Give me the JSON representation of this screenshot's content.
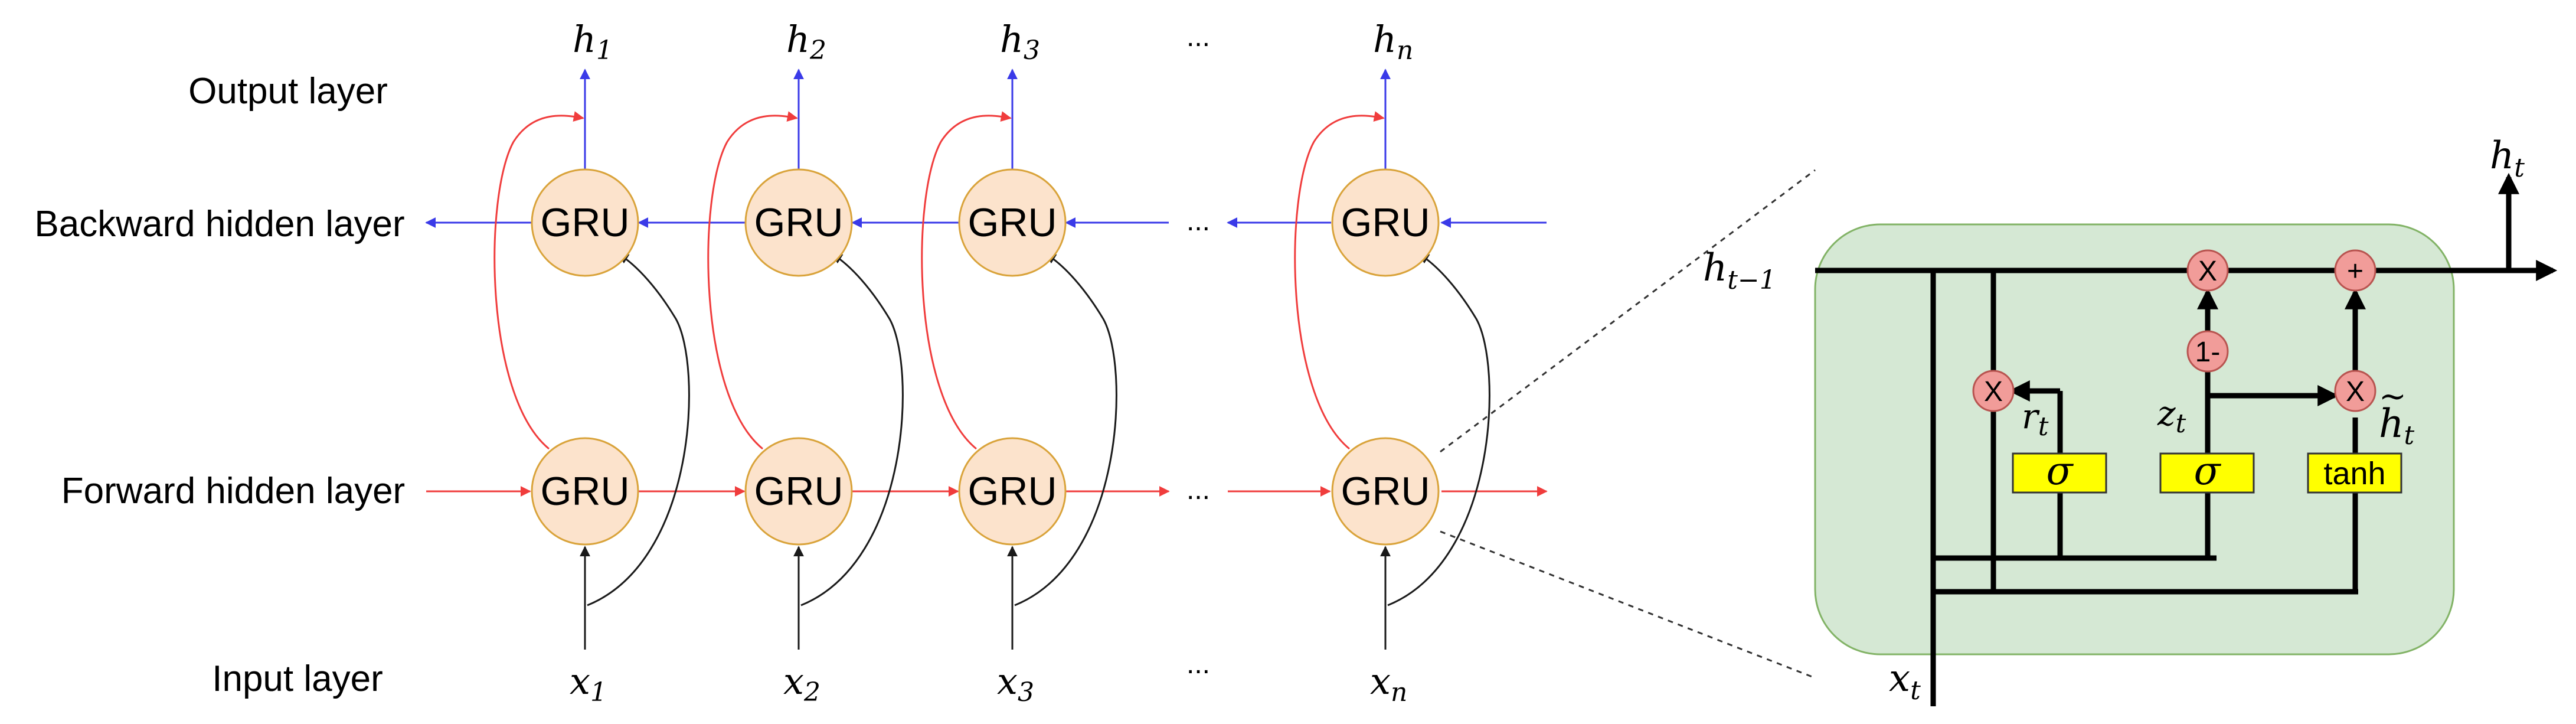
{
  "layers": {
    "output": "Output layer",
    "backward": "Backward hidden layer",
    "forward": "Forward hidden layer",
    "input": "Input layer"
  },
  "cell_label": "GRU",
  "ellipsis": "...",
  "columns": [
    {
      "h": "h",
      "h_sub": "1",
      "x": "x",
      "x_sub": "1"
    },
    {
      "h": "h",
      "h_sub": "2",
      "x": "x",
      "x_sub": "2"
    },
    {
      "h": "h",
      "h_sub": "3",
      "x": "x",
      "x_sub": "3"
    },
    {
      "h": "h",
      "h_sub": "n",
      "x": "x",
      "x_sub": "n"
    }
  ],
  "detail": {
    "h_prev": "h",
    "h_prev_sub": "t−1",
    "h_out": "h",
    "h_out_sub": "t",
    "x_in": "x",
    "x_in_sub": "t",
    "r": "r",
    "r_sub": "t",
    "z": "z",
    "z_sub": "t",
    "h_tilde": "h",
    "h_tilde_mark": "~",
    "h_tilde_sub": "t",
    "sigma_r": "σ",
    "sigma_z": "σ",
    "tanh": "tanh",
    "mult_op": "X",
    "plus_op": "+",
    "one_minus": "1-"
  },
  "colors": {
    "gru_fill": "#FCE3CC",
    "gru_stroke": "#D9A33A",
    "forward": "#F03C3C",
    "backward": "#3A3AE8",
    "skip": "#F03C3C",
    "input": "#1A1A1A",
    "cell_bg": "#D5E8D4",
    "cell_border": "#82B366",
    "op_fill": "#F19C99",
    "gate_fill": "#FFFF00"
  }
}
